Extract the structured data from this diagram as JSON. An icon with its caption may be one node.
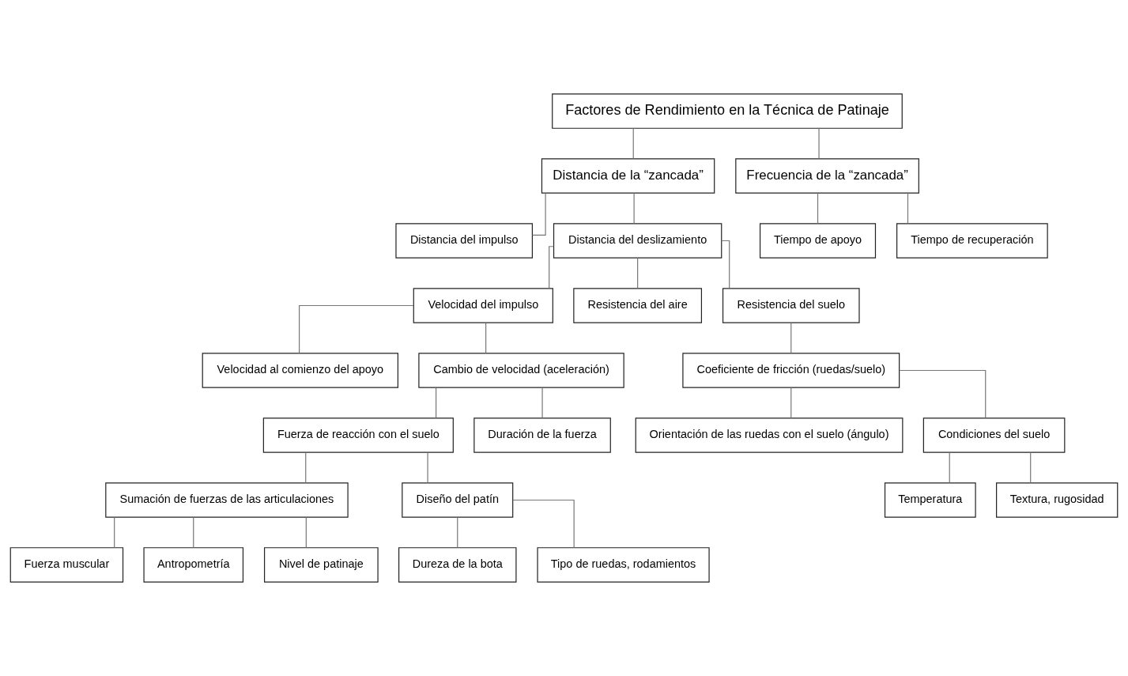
{
  "diagram": {
    "nodes": [
      {
        "text": [
          "Factores de Rendimiento en la Técnica de Patinaje"
        ]
      },
      {
        "text": [
          "Distancia de la “zancada”"
        ]
      },
      {
        "text": [
          "Frecuencia de la “zancada”"
        ]
      },
      {
        "text": [
          "Distancia del impulso"
        ]
      },
      {
        "text": [
          "Distancia del deslizamiento"
        ]
      },
      {
        "text": [
          "Tiempo de apoyo"
        ]
      },
      {
        "text": [
          "Tiempo de recuperación"
        ]
      },
      {
        "text": [
          "Velocidad del impulso"
        ]
      },
      {
        "text": [
          "Resistencia del aire"
        ]
      },
      {
        "text": [
          "Resistencia del suelo"
        ]
      },
      {
        "text": [
          "Velocidad al comienzo del apoyo"
        ]
      },
      {
        "text": [
          "Cambio de velocidad (aceleración)"
        ]
      },
      {
        "text": [
          "Coeficiente de fricción (ruedas/suelo)"
        ]
      },
      {
        "text": [
          "Orientación de las ruedas con el suelo (ángulo)"
        ]
      },
      {
        "text": [
          "Condiciones del suelo"
        ]
      },
      {
        "text": [
          "Temperatura"
        ]
      },
      {
        "text": [
          "Textura, rugosidad"
        ]
      },
      {
        "text": [
          "Fuerza de reacción con el suelo"
        ]
      },
      {
        "text": [
          "Duración de la fuerza"
        ]
      },
      {
        "text": [
          "Sumación de fuerzas de las articulaciones"
        ]
      },
      {
        "text": [
          "Diseño del patín"
        ]
      },
      {
        "text": [
          "Dureza de la bota"
        ]
      },
      {
        "text": [
          "Tipo de ruedas, rodamientos"
        ]
      },
      {
        "text": [
          "Fuerza muscular"
        ]
      },
      {
        "text": [
          "Antropometría"
        ]
      },
      {
        "text": [
          "Nivel de patinaje"
        ]
      }
    ],
    "edges": [
      {
        "from": 0,
        "to": 1,
        "arrow": "none"
      },
      {
        "from": 0,
        "to": 2,
        "arrow": "none"
      },
      {
        "from": 1,
        "to": 3,
        "arrow": "none"
      },
      {
        "from": 1,
        "to": 4,
        "arrow": "none"
      },
      {
        "from": 2,
        "to": 5,
        "arrow": "none"
      },
      {
        "from": 2,
        "to": 6,
        "arrow": "none"
      },
      {
        "from": 4,
        "to": 7,
        "arrow": "none"
      },
      {
        "from": 4,
        "to": 8,
        "arrow": "none"
      },
      {
        "from": 4,
        "to": 9,
        "arrow": "none"
      },
      {
        "from": 7,
        "to": 10,
        "arrow": "none"
      },
      {
        "from": 7,
        "to": 11,
        "arrow": "none"
      },
      {
        "from": 9,
        "to": 12,
        "arrow": "none"
      },
      {
        "from": 12,
        "to": 13,
        "arrow": "none"
      },
      {
        "from": 12,
        "to": 14,
        "arrow": "none"
      },
      {
        "from": 14,
        "to": 15,
        "arrow": "none"
      },
      {
        "from": 14,
        "to": 16,
        "arrow": "none"
      },
      {
        "from": 11,
        "to": 17,
        "arrow": "none"
      },
      {
        "from": 11,
        "to": 18,
        "arrow": "none"
      },
      {
        "from": 17,
        "to": 19,
        "arrow": "none"
      },
      {
        "from": 17,
        "to": 20,
        "arrow": "none"
      },
      {
        "from": 20,
        "to": 21,
        "arrow": "none"
      },
      {
        "from": 20,
        "to": 22,
        "arrow": "none"
      },
      {
        "from": 19,
        "to": 23,
        "arrow": "none"
      },
      {
        "from": 19,
        "to": 24,
        "arrow": "none"
      },
      {
        "from": 19,
        "to": 25,
        "arrow": "none"
      }
    ]
  }
}
